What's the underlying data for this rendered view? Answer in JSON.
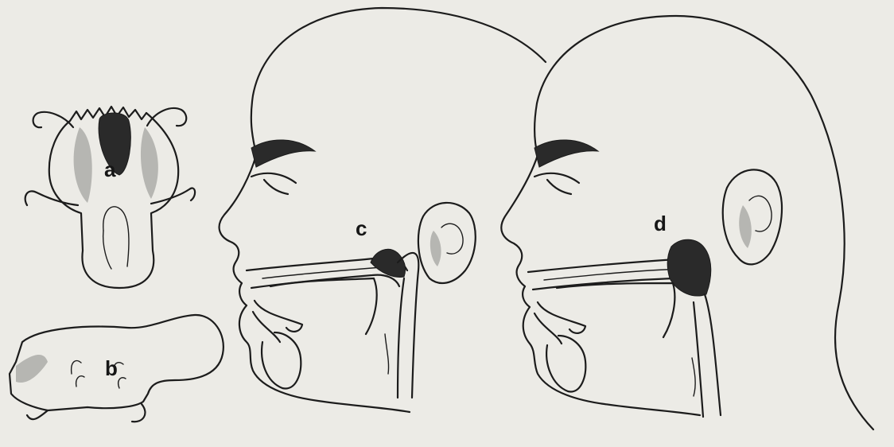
{
  "figure": {
    "labels": {
      "a": "a",
      "b": "b",
      "c": "c",
      "d": "d"
    },
    "colors": {
      "paper": "#ecebe6",
      "ink": "#1c1c1c"
    }
  }
}
